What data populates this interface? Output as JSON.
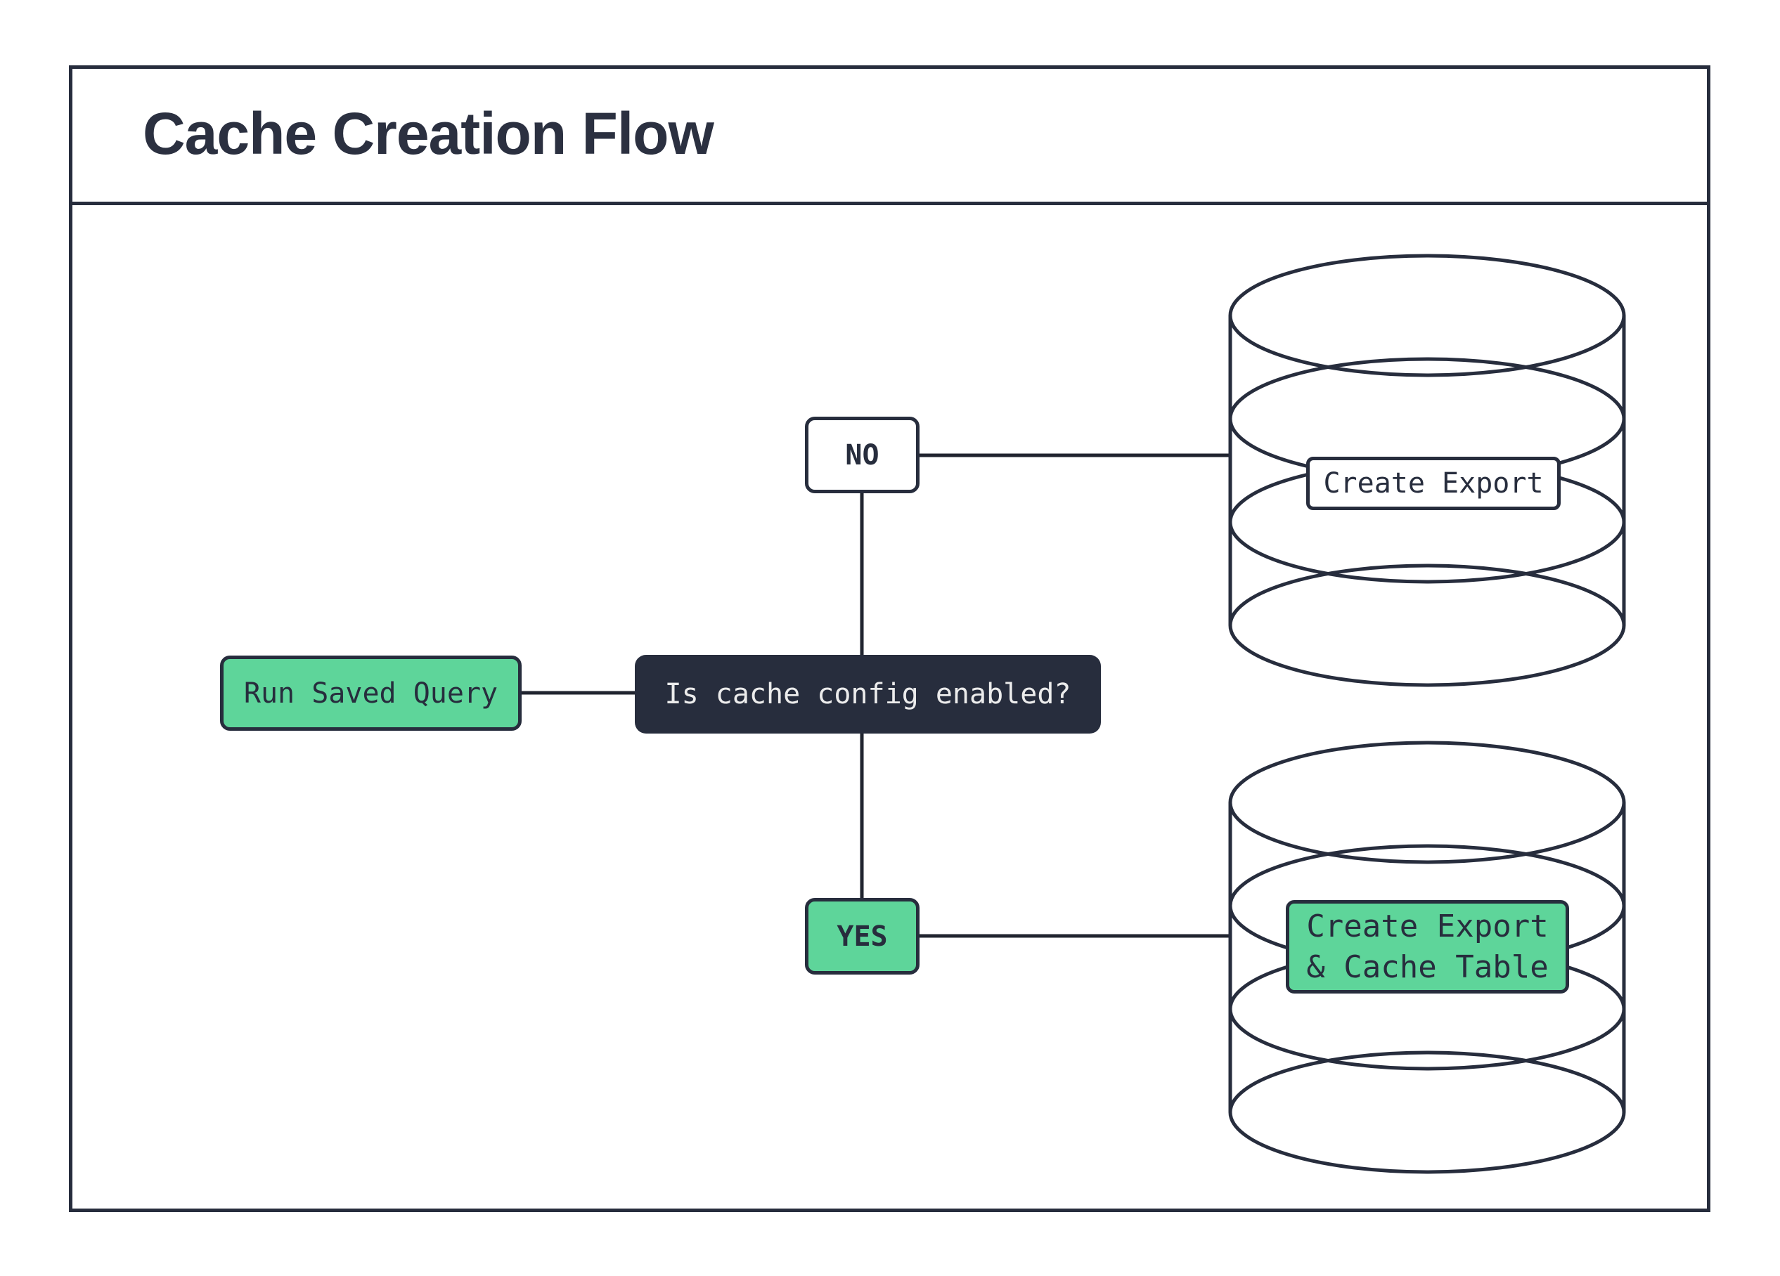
{
  "header": {
    "title": "Cache Creation Flow"
  },
  "flowchart": {
    "nodes": {
      "run": {
        "label": "Run Saved Query",
        "fill": "green"
      },
      "decision": {
        "label": "Is cache config enabled?",
        "fill": "navy"
      },
      "no": {
        "label": "NO",
        "fill": "white"
      },
      "yes": {
        "label": "YES",
        "fill": "green"
      },
      "export": {
        "label": "Create Export",
        "fill": "white"
      },
      "export_cache": {
        "line1": "Create Export",
        "line2": "& Cache Table",
        "fill": "green"
      }
    },
    "edges": [
      {
        "from": "run",
        "to": "decision"
      },
      {
        "from": "decision",
        "to": "no"
      },
      {
        "from": "no",
        "to": "export-database"
      },
      {
        "from": "decision",
        "to": "yes"
      },
      {
        "from": "yes",
        "to": "export-cache-database"
      }
    ],
    "databases": [
      {
        "id": "export-database",
        "label": "Create Export"
      },
      {
        "id": "export-cache-database",
        "label": "Create Export & Cache Table"
      }
    ]
  },
  "colors": {
    "navy": "#272d3d",
    "green": "#5ed59a",
    "light_text": "#ececec",
    "background": "#ffffff"
  }
}
